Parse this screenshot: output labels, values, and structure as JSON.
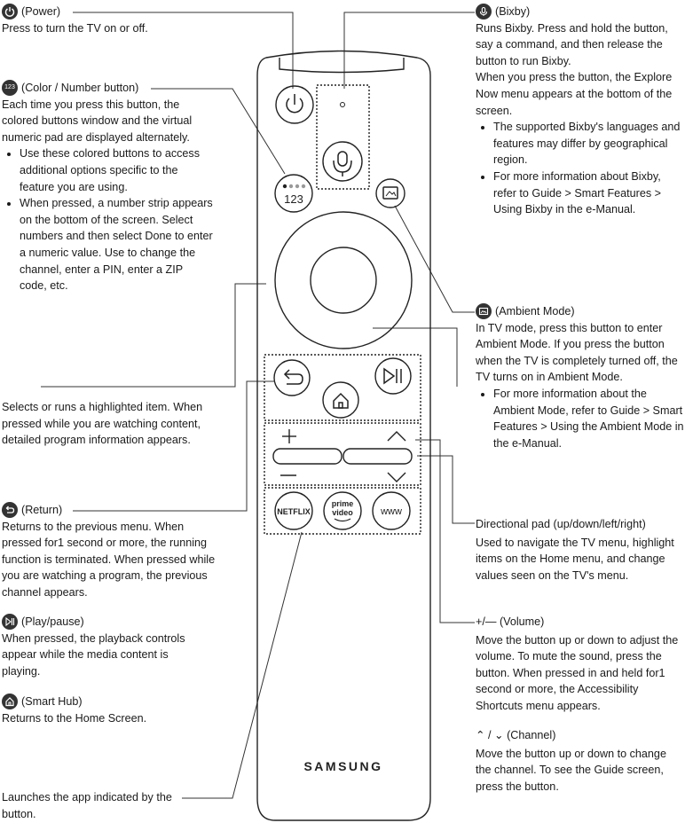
{
  "power": {
    "title": "(Power)",
    "text": "Press to turn the TV on or off."
  },
  "color_number": {
    "title": "(Color / Number button)",
    "text": "Each time you press this button, the colored buttons window and the virtual numeric pad are displayed alternately.",
    "bullets": [
      "Use these colored buttons to access additional options specific to the feature you are using.",
      "When pressed, a number strip appears on the bottom of the screen. Select numbers and then select Done to enter a numeric value. Use to change the channel, enter a PIN, enter a ZIP code, etc."
    ]
  },
  "select": {
    "text": "Selects or runs a highlighted item. When pressed while you are watching content, detailed program information appears."
  },
  "return": {
    "title": "(Return)",
    "text": "Returns to the previous menu. When pressed for1 second or more, the running function is terminated. When pressed while you are watching a program, the previous channel appears."
  },
  "play_pause": {
    "title": "(Play/pause)",
    "text": "When pressed, the playback controls appear while the media content is playing."
  },
  "smart_hub": {
    "title": "(Smart Hub)",
    "text": "Returns to the Home Screen."
  },
  "apps": {
    "text": "Launches the app indicated by the button."
  },
  "bixby": {
    "title": "(Bixby)",
    "text1": "Runs Bixby. Press and hold the button, say a command, and then release the button to run Bixby.",
    "text2": "When you press the button, the Explore Now menu appears at the bottom of the screen.",
    "bullets": [
      "The supported Bixby's languages and features may differ by geographical region.",
      "For more information about Bixby, refer to Guide > Smart Features > Using Bixby in the e-Manual."
    ]
  },
  "ambient": {
    "title": "(Ambient Mode)",
    "text": "In TV mode, press this button to enter Ambient Mode. If you press the button when the TV is completely turned off, the TV turns on in Ambient Mode.",
    "bullets": [
      "For more information about the Ambient Mode, refer to Guide > Smart Features > Using the Ambient Mode in the e-Manual."
    ]
  },
  "dpad": {
    "title": "Directional pad (up/down/left/right)",
    "text": "Used to navigate the TV menu, highlight items on the Home menu, and change values seen on the TV's menu."
  },
  "volume": {
    "title": "+/— (Volume)",
    "text": "Move the button up or down to adjust the volume. To mute the sound, press the button. When pressed in and held for1 second or more, the Accessibility Shortcuts menu appears."
  },
  "channel": {
    "title": "⌃ / ⌄ (Channel)",
    "text": "Move the button up or down to change the channel. To see the Guide screen, press the button."
  },
  "remote": {
    "brand": "SAMSUNG",
    "num_label": "123",
    "netflix": "NETFLIX",
    "prime": "prime",
    "video": "video",
    "www": "www",
    "vol_plus": "+",
    "vol_minus": "—"
  },
  "icons": {
    "power": "power-icon",
    "color_number": "color-number-icon",
    "return": "return-icon",
    "play_pause": "play-pause-icon",
    "smart_hub": "home-icon",
    "bixby": "microphone-icon",
    "ambient": "ambient-mode-icon"
  }
}
